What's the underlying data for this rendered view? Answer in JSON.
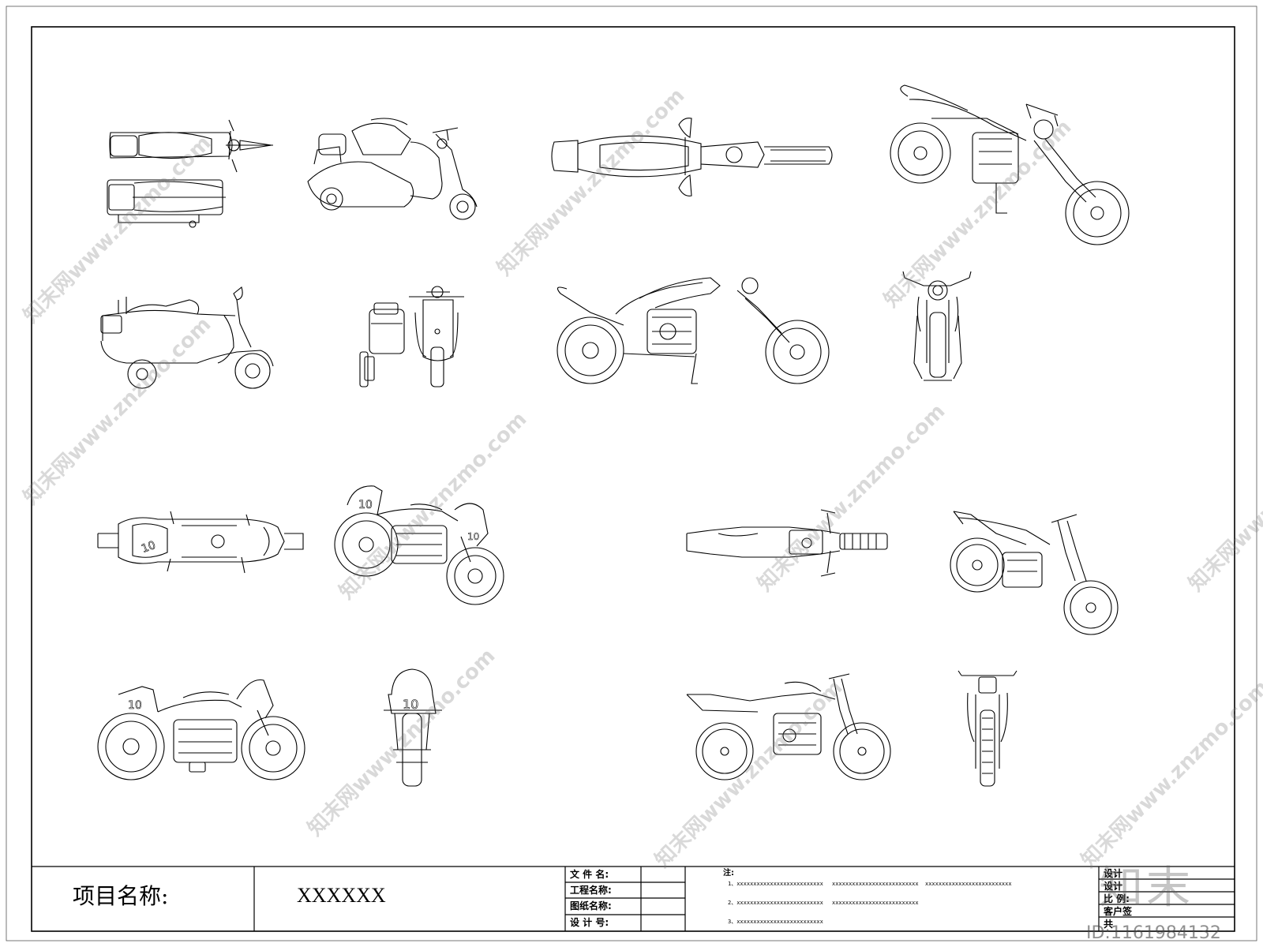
{
  "title_block": {
    "project_label": "项目名称:",
    "project_name": "XXXXXX",
    "fields_left": [
      "文 件 名:",
      "工程名称:",
      "图纸名称:",
      "设 计 号:"
    ],
    "notes_title": "注:",
    "notes": [
      "1、xxxxxxxxxxxxxxxxxxxxxxxxxx",
      "xxxxxxxxxxxxxxxxxxxxxxxxxx",
      "xxxxxxxxxxxxxxxxxxxxxxxxxx",
      "2、xxxxxxxxxxxxxxxxxxxxxxxxxx",
      "xxxxxxxxxxxxxxxxxxxxxxxxxx",
      "3、xxxxxxxxxxxxxxxxxxxxxxxxxx"
    ],
    "fields_right": [
      "设计",
      "设计",
      "比  例:",
      "客户签",
      "共"
    ]
  },
  "drawings": [
    {
      "name": "scooter-sidecar-top-view",
      "icon": "scooter-sidecar-top-icon"
    },
    {
      "name": "scooter-sidecar-iso-view",
      "icon": "scooter-sidecar-iso-icon"
    },
    {
      "name": "chopper-top-view",
      "icon": "chopper-top-icon"
    },
    {
      "name": "chopper-iso-view",
      "icon": "chopper-iso-icon"
    },
    {
      "name": "scooter-sidecar-side-view",
      "icon": "scooter-sidecar-side-icon"
    },
    {
      "name": "scooter-sidecar-front-view",
      "icon": "scooter-sidecar-front-icon"
    },
    {
      "name": "chopper-side-view",
      "icon": "chopper-side-icon"
    },
    {
      "name": "chopper-front-view",
      "icon": "chopper-front-icon"
    },
    {
      "name": "racer-top-view",
      "icon": "racer-top-icon"
    },
    {
      "name": "racer-iso-view",
      "icon": "racer-iso-icon"
    },
    {
      "name": "dirtbike-top-view",
      "icon": "dirtbike-top-icon"
    },
    {
      "name": "dirtbike-iso-view",
      "icon": "dirtbike-iso-icon"
    },
    {
      "name": "racer-side-view",
      "icon": "racer-side-icon"
    },
    {
      "name": "racer-front-view",
      "icon": "racer-front-icon"
    },
    {
      "name": "dirtbike-side-view",
      "icon": "dirtbike-side-icon"
    },
    {
      "name": "dirtbike-front-view",
      "icon": "dirtbike-front-icon"
    }
  ],
  "racer_number": "10",
  "watermark": {
    "text": "知末网www.znzmo.com",
    "logo_brand": "知末",
    "logo_id": "ID:1161984132"
  }
}
